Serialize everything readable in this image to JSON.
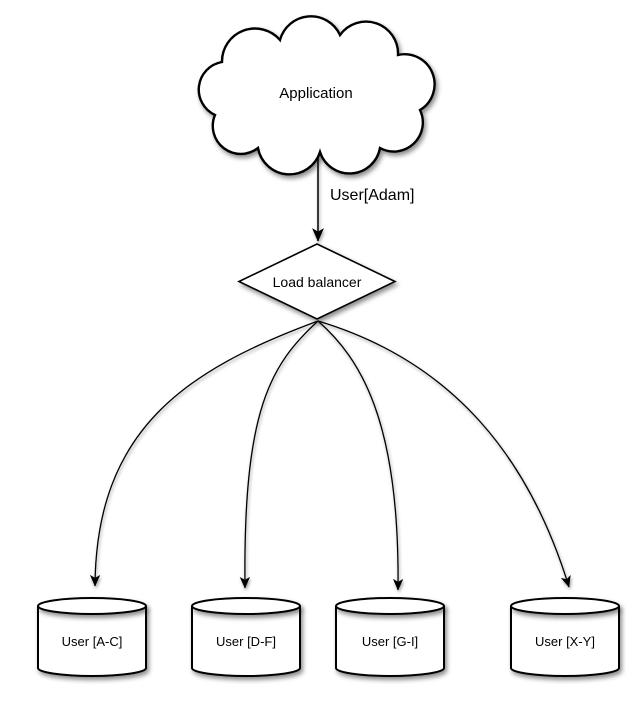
{
  "diagram": {
    "application": {
      "label": "Application"
    },
    "request_edge": {
      "label": "User[Adam]"
    },
    "load_balancer": {
      "label": "Load balancer"
    },
    "shards": [
      {
        "label": "User [A-C]"
      },
      {
        "label": "User [D-F]"
      },
      {
        "label": "User [G-I]"
      },
      {
        "label": "User [X-Y]"
      }
    ],
    "colors": {
      "stroke": "#000000",
      "shape_fill": "#ffffff",
      "background": "#ffffff",
      "text": "#000000"
    }
  }
}
